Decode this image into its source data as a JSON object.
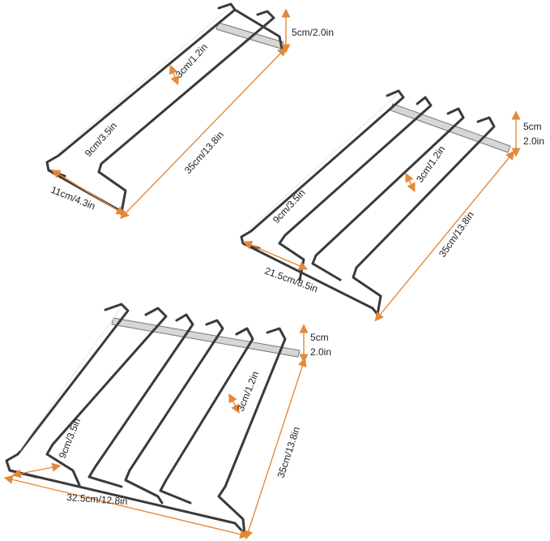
{
  "colors": {
    "dimension": "#e4893a",
    "wire": "#3a3a3a",
    "background": "#ffffff"
  },
  "rack_1row": {
    "height": "5cm/2.0in",
    "gap": "3cm/1.2in",
    "slot": "9cm/3.5in",
    "length": "35cm/13.8in",
    "width": "11cm/4.3in"
  },
  "rack_2row": {
    "height_cm": "5cm",
    "height_in": "2.0in",
    "slot": "9cm/3.5in",
    "gap": "3cm/1.2in",
    "length": "35cm/13.8in",
    "width": "21.5cm/8.5in"
  },
  "rack_3row": {
    "height_cm": "5cm",
    "height_in": "2.0in",
    "slot": "9cm/3.5in",
    "gap": "3cm/1.2in",
    "length": "35cm/13.8in",
    "width": "32.5cm/12.8in"
  }
}
